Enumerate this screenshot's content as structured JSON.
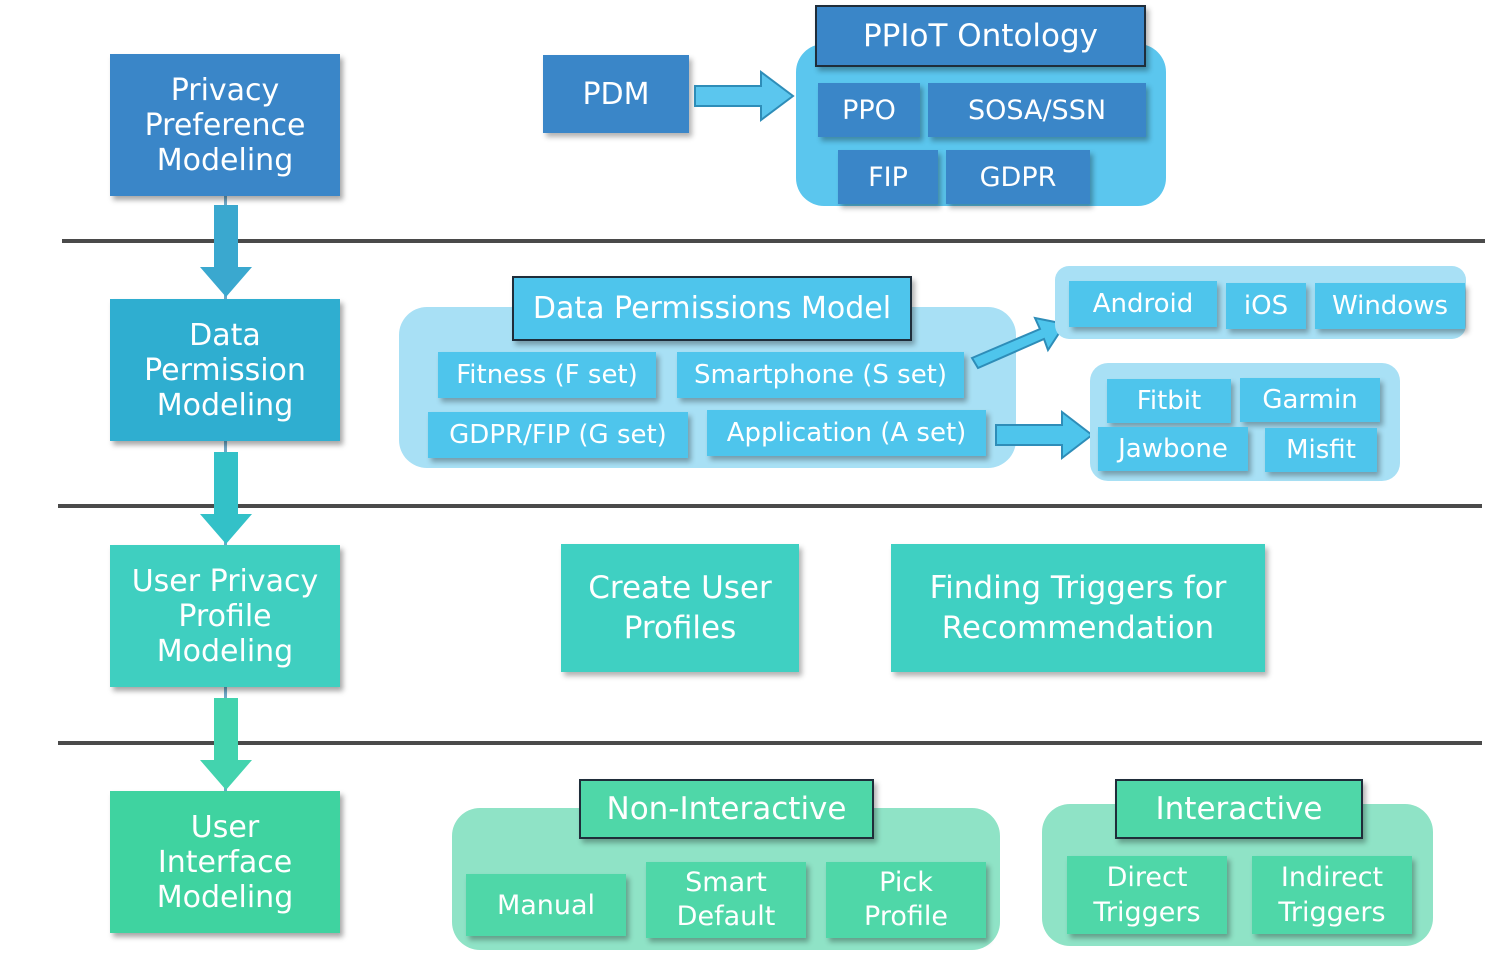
{
  "stages": [
    {
      "lines": [
        "Privacy",
        "Preference",
        "Modeling"
      ]
    },
    {
      "lines": [
        "Data",
        "Permission",
        "Modeling"
      ]
    },
    {
      "lines": [
        "User Privacy",
        "Profile",
        "Modeling"
      ]
    },
    {
      "lines": [
        "User",
        "Interface",
        "Modeling"
      ]
    }
  ],
  "row1": {
    "pdm": "PDM",
    "ontology": {
      "title": "PPIoT Ontology",
      "items": [
        "PPO",
        "SOSA/SSN",
        "FIP",
        "GDPR"
      ]
    }
  },
  "row2": {
    "model": {
      "title": "Data Permissions Model",
      "sets": [
        "Fitness (F set)",
        "Smartphone (S set)",
        "GDPR/FIP (G set)",
        "Application (A set)"
      ]
    },
    "platforms": [
      "Android",
      "iOS",
      "Windows"
    ],
    "devices": [
      "Fitbit",
      "Garmin",
      "Jawbone",
      "Misfit"
    ]
  },
  "row3": {
    "create": [
      "Create User",
      "Profiles"
    ],
    "triggers": [
      "Finding Triggers for",
      "Recommendation"
    ]
  },
  "row4": {
    "noninteractive": {
      "title": "Non-Interactive",
      "items": [
        [
          "Manual"
        ],
        [
          "Smart",
          "Default"
        ],
        [
          "Pick",
          "Profile"
        ]
      ]
    },
    "interactive": {
      "title": "Interactive",
      "items": [
        [
          "Direct",
          "Triggers"
        ],
        [
          "Indirect",
          "Triggers"
        ]
      ]
    }
  },
  "colors": {
    "stage1": "#3a86c8",
    "stage2": "#2faed0",
    "stage3": "#3fcfc0",
    "stage4": "#3fd3a0",
    "row1_box": "#3a86c8",
    "row1_panel": "#5bc6ee",
    "row2_box": "#4ec5ec",
    "row2_panel": "#a8e0f5",
    "row3_box": "#3fd0c2",
    "row4_box": "#4fd7a8",
    "row4_panel": "#8fe3c6",
    "separator": "#4a4a4a"
  }
}
